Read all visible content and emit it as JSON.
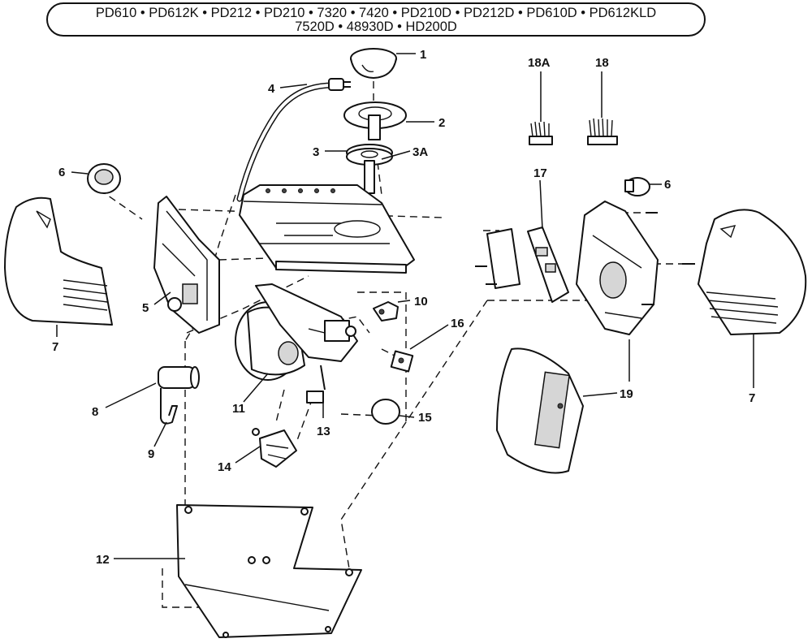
{
  "header": {
    "models_line1": "PD610 • PD612K • PD212 • PD210 • 7320 • 7420 • PD210D • PD212D • PD610D • PD612KLD",
    "models_line2": "7520D • 48930D • HD200D"
  },
  "callouts": {
    "c1": "1",
    "c2": "2",
    "c3": "3",
    "c3a": "3A",
    "c4": "4",
    "c5": "5",
    "c6_left": "6",
    "c6_right": "6",
    "c7_left": "7",
    "c7_right": "7",
    "c8": "8",
    "c9": "9",
    "c10": "10",
    "c11": "11",
    "c12": "12",
    "c13": "13",
    "c14": "14",
    "c15": "15",
    "c16": "16",
    "c17": "17",
    "c18": "18",
    "c18a": "18A",
    "c19": "19"
  }
}
